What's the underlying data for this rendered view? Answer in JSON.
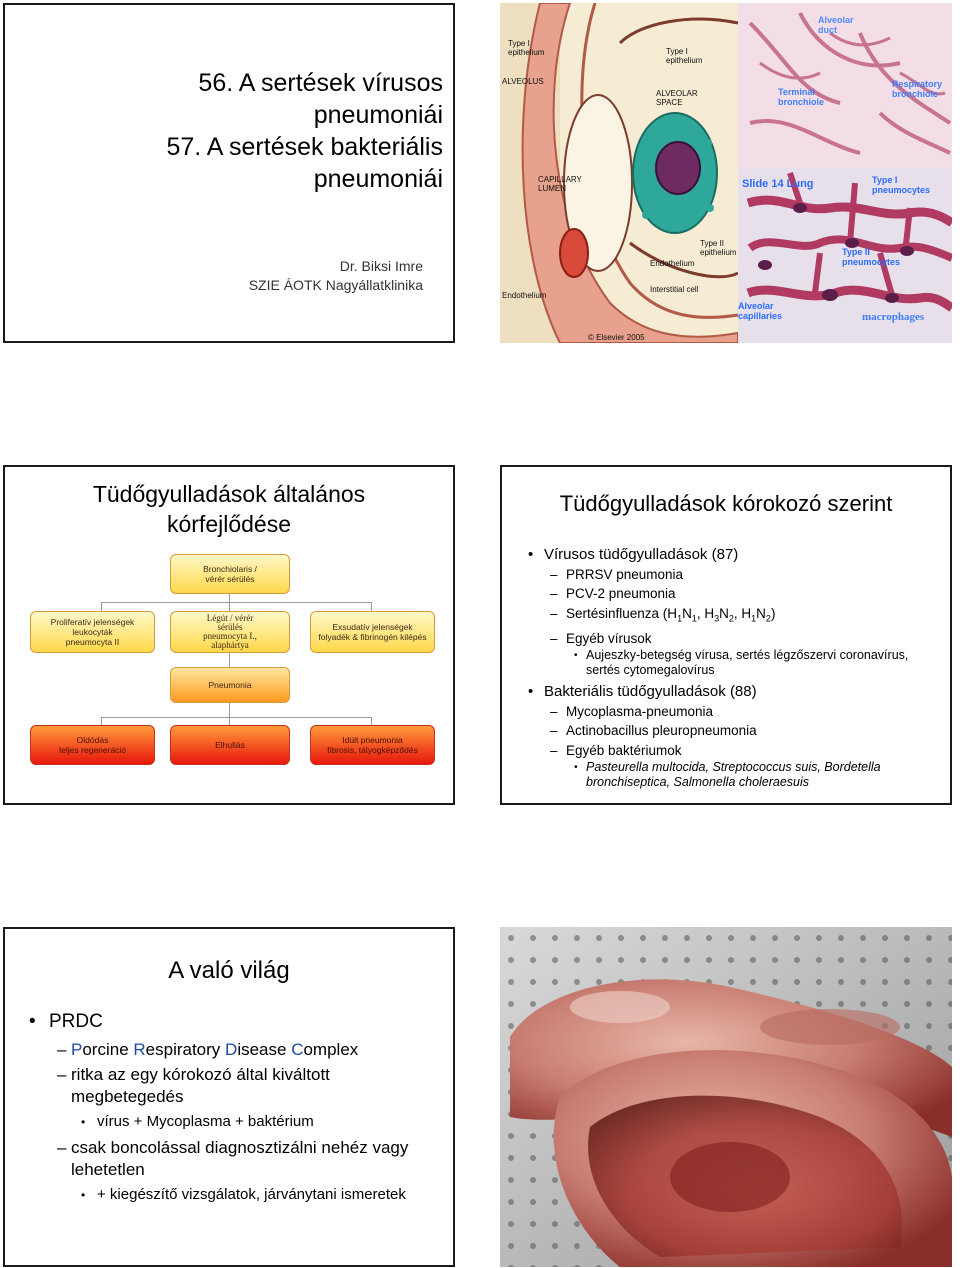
{
  "slide1": {
    "title_lines": [
      "56. A sertések vírusos",
      "pneumoniái",
      "57. A sertések bakteriális",
      "pneumoniái"
    ],
    "author_lines": [
      "Dr. Biksi Imre",
      "SZIE ÁOTK Nagyállatklinika"
    ]
  },
  "slide2": {
    "labels": {
      "type1_epithelium_top": "Type I\nepithelium",
      "type1_epithelium_mid": "Type I\nepithelium",
      "alveolus": "ALVEOLUS",
      "alveolar_space": "ALVEOLAR\nSPACE",
      "capillary_lumen": "CAPILLARY\nLUMEN",
      "type2_epithelium": "Type II\nepithelium",
      "endothelium_right": "Endothelium",
      "interstitial_cell": "Interstitial cell",
      "endothelium_left": "Endothelium",
      "copyright": "© Elsevier 2005",
      "alveolar_duct": "Alveolar\nduct",
      "terminal_bronchiole": "Terminal\nbronchiole",
      "respiratory_bronchiole": "Respiratory\nbronchiole",
      "slide_14_lung": "Slide 14 Lung",
      "type1_pneumocytes": "Type I\npneumocytes",
      "type2_pneumocytes": "Type II\npneumocytes",
      "alveolar_capillaries": "Alveolar\ncapillaries",
      "macrophages": "macrophages"
    }
  },
  "slide3": {
    "title_lines": [
      "Tüdőgyulladások általános",
      "kórfejlődése"
    ],
    "boxes": {
      "bronchiolaris": "Bronchiolaris /\nvérér sérülés",
      "proliferativ": "Proliferatív jelenségek\nleukocyták\npneumocyta II",
      "legut": "Légút / vérér\nsérülés\npneumocyta I.,\nalaphártya",
      "exsudativ": "Exsudatív jelenségek\nfolyadék & fibrinogén kilépés",
      "pneumonia": "Pneumonia",
      "oldodas": "Oldódás\nteljes regeneráció",
      "elhullas": "Elhullás",
      "idult": "Idült pneumonia\nfibrosis, tályogképződés"
    }
  },
  "slide4": {
    "title": "Tüdőgyulladások kórokozó szerint",
    "viral_heading": "Vírusos tüdőgyulladások (87)",
    "viral_items": [
      "PRRSV pneumonia",
      "PCV-2 pneumonia"
    ],
    "influenza_prefix": "Sertésinfluenza (H",
    "other_viruses": "Egyéb vírusok",
    "other_viruses_detail": "Aujeszky-betegség vírusa, sertés légzőszervi coronavírus, sertés cytomegalovírus",
    "bacterial_heading": "Bakteriális tüdőgyulladások (88)",
    "bacterial_items": [
      "Mycoplasma-pneumonia",
      "Actinobacillus pleuropneumonia",
      "Egyéb baktériumok"
    ],
    "bacterial_detail": "Pasteurella multocida, Streptococcus suis, Bordetella bronchiseptica, Salmonella choleraesuis"
  },
  "slide5": {
    "title": "A való világ",
    "prdc": "PRDC",
    "expansion_parts": [
      {
        "first": "P",
        "rest": "orcine "
      },
      {
        "first": "R",
        "rest": "espiratory "
      },
      {
        "first": "D",
        "rest": "isease "
      },
      {
        "first": "C",
        "rest": "omplex"
      }
    ],
    "item2": "ritka az egy kórokozó által kiváltott megbetegedés",
    "item2_sub": "vírus + Mycoplasma + baktérium",
    "item3": "csak boncolással diagnosztizálni nehéz vagy lehetetlen",
    "item3_sub": "+ kiegészítő vizsgálatok, járványtani ismeretek"
  },
  "colors": {
    "box_yellow": "#ffd84a",
    "box_orange": "#ff9a1e",
    "box_red": "#e8160c",
    "prdc_blue": "#1f4aa8",
    "histology_pink": "#c9748f",
    "epithelium_teal": "#2ea89a"
  }
}
